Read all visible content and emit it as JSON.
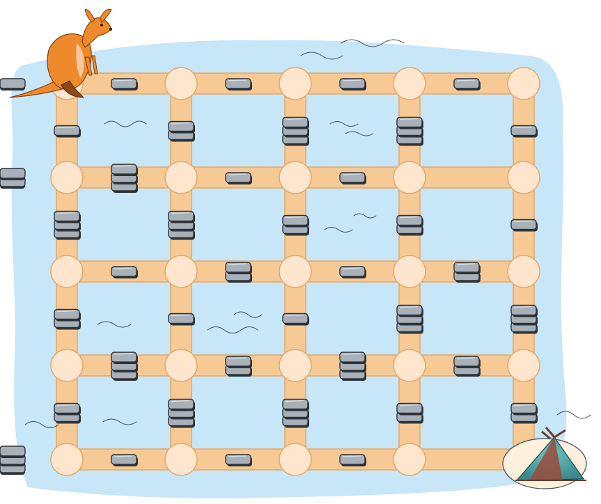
{
  "game": {
    "kind": "grid-path-puzzle",
    "grid": {
      "rows": 5,
      "cols": 5
    },
    "start_character": "kangaroo",
    "goal": "tent",
    "colors": {
      "water": "#c7e6f7",
      "road": "#f7c995",
      "road_edge": "#e2a867",
      "node": "#fde6cd",
      "stone": "#a8b1b9",
      "stone_dark": "#2d3338",
      "kangaroo": "#ef8a2c",
      "tent": "#4fa2a4"
    },
    "horizontal_edges": [
      [
        1,
        1,
        1,
        1,
        1
      ],
      [
        3,
        1,
        1,
        0,
        2
      ],
      [
        1,
        2,
        1,
        2,
        0
      ],
      [
        3,
        2,
        3,
        2,
        0
      ],
      [
        1,
        1,
        1,
        0,
        3
      ]
    ],
    "vertical_edges": [
      [
        1,
        2,
        3,
        3,
        1
      ],
      [
        3,
        3,
        2,
        2,
        1
      ],
      [
        2,
        1,
        1,
        3,
        3
      ],
      [
        2,
        3,
        3,
        2,
        2
      ]
    ]
  }
}
